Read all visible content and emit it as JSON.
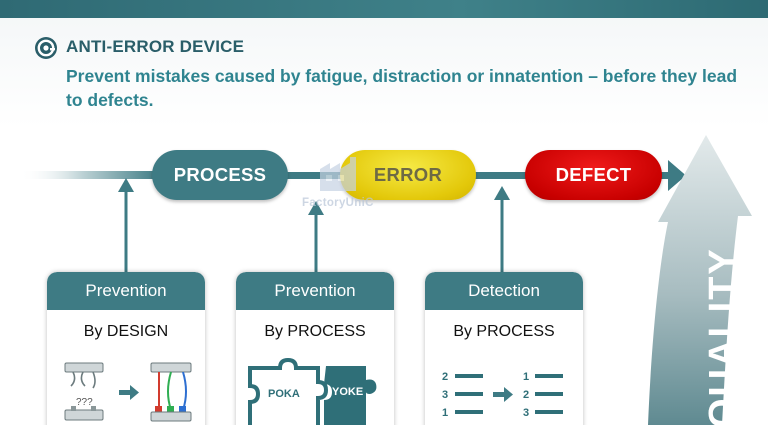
{
  "header": {
    "title": "ANTI-ERROR DEVICE",
    "subtitle": "Prevent mistakes caused by fatigue, distraction or innatention – before they lead to defects."
  },
  "flow": {
    "process": "PROCESS",
    "error": "ERROR",
    "defect": "DEFECT"
  },
  "watermark": "FactoryUniC",
  "cards": [
    {
      "title": "Prevention",
      "subtitle": "By DESIGN",
      "illus_marks": "???"
    },
    {
      "title": "Prevention",
      "subtitle": "By PROCESS",
      "puzzle_left": "POKA",
      "puzzle_right": "YOKE"
    },
    {
      "title": "Detection",
      "subtitle": "By PROCESS",
      "before_numbers": [
        "2",
        "3",
        "1"
      ],
      "after_numbers": [
        "1",
        "2",
        "3"
      ]
    }
  ],
  "quality_label": "QUALITY",
  "colors": {
    "teal": "#3e7b84",
    "heading": "#2a5e69",
    "subtitle": "#2f8490",
    "error": "#e7cd10",
    "defect": "#d00000"
  }
}
